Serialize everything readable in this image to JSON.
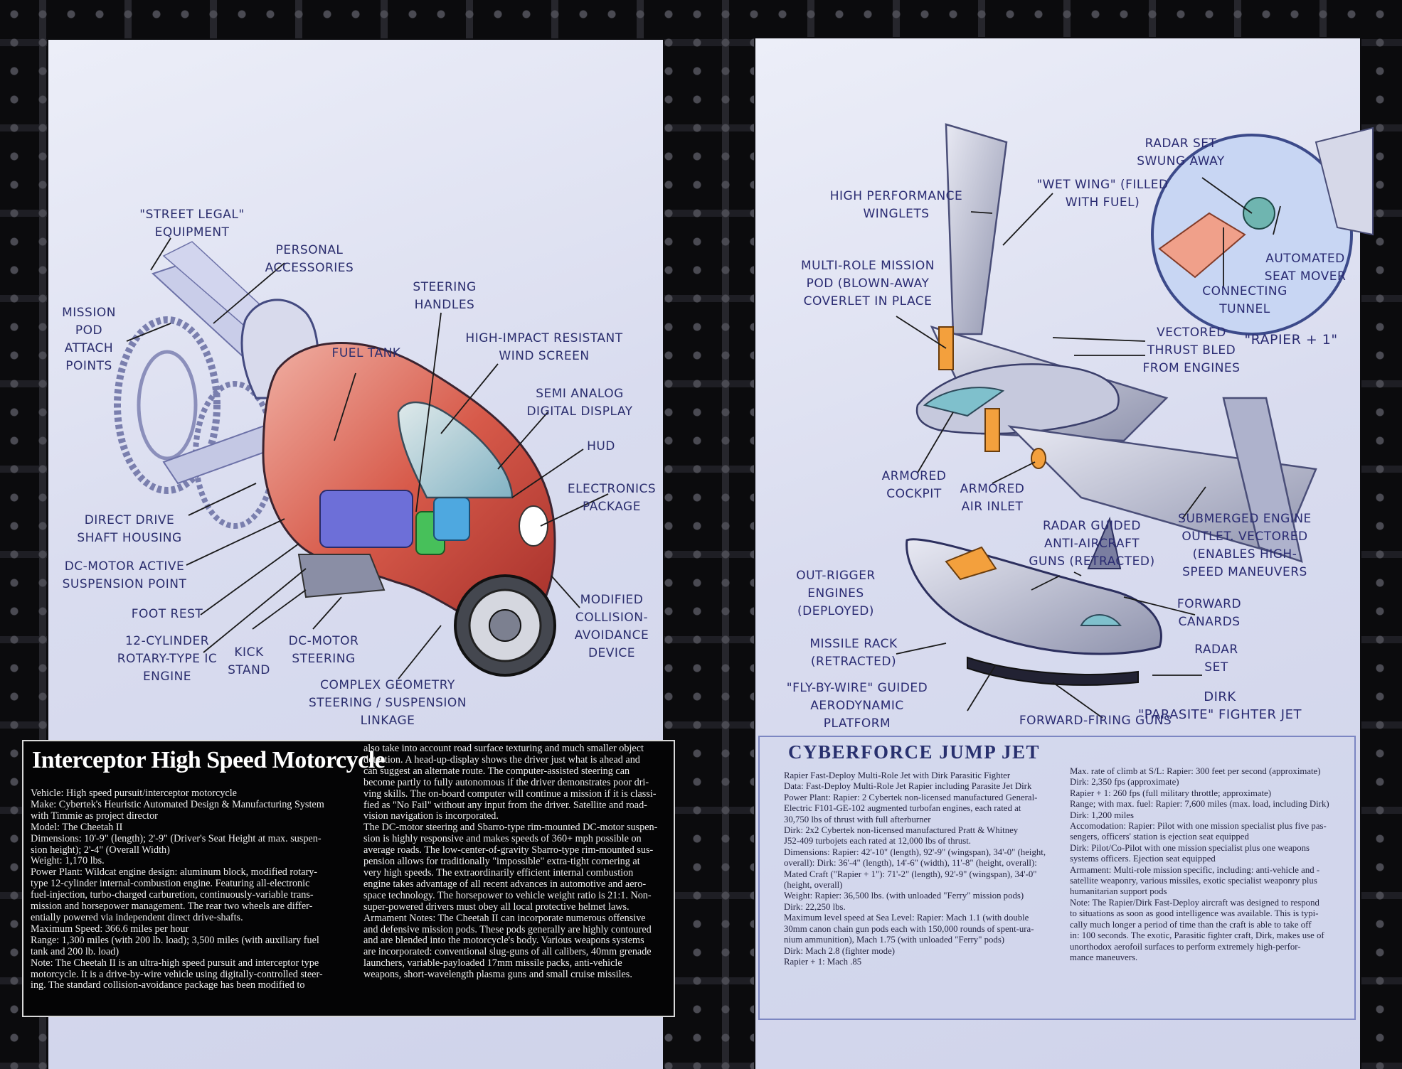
{
  "motorcycle": {
    "labels": {
      "street_legal": "\"STREET LEGAL\"\nEQUIPMENT",
      "personal_accessories": "PERSONAL\nACCESSORIES",
      "mission_pod": "MISSION\nPOD\nATTACH\nPOINTS",
      "steering_handles": "STEERING\nHANDLES",
      "wind_screen": "HIGH-IMPACT RESISTANT\nWIND SCREEN",
      "fuel_tank": "FUEL TANK",
      "semi_analog": "SEMI ANALOG\nDIGITAL DISPLAY",
      "hud": "HUD",
      "electronics": "ELECTRONICS\nPACKAGE",
      "direct_drive": "DIRECT DRIVE\nSHAFT HOUSING",
      "dc_motor_active": "DC-MOTOR ACTIVE\nSUSPENSION POINT",
      "foot_rest": "FOOT REST",
      "engine": "12-CYLINDER\nROTARY-TYPE IC\nENGINE",
      "kick_stand": "KICK\nSTAND",
      "dc_motor_steering": "DC-MOTOR\nSTEERING",
      "modified_collision": "MODIFIED\nCOLLISION-\nAVOIDANCE\nDEVICE",
      "complex_geometry": "COMPLEX GEOMETRY\nSTEERING / SUSPENSION\nLINKAGE"
    },
    "title": "Interceptor High Speed Motorcycle",
    "col1": "Vehicle: High speed pursuit/interceptor motorcycle\nMake: Cybertek's Heuristic Automated Design & Manufacturing System\nwith Timmie as project director\nModel: The Cheetah II\nDimensions: 10'-9\" (length); 2'-9\" (Driver's Seat Height at max. suspen-\nsion height); 2'-4\" (Overall Width)\nWeight: 1,170 lbs.\nPower Plant: Wildcat engine design: aluminum block, modified rotary-\ntype 12-cylinder internal-combustion engine. Featuring all-electronic\nfuel-injection, turbo-charged carburetion, continuously-variable trans-\nmission and horsepower management. The rear two wheels are differ-\nentially powered via independent direct drive-shafts.\nMaximum Speed: 366.6 miles per hour\nRange: 1,300 miles (with 200 lb. load); 3,500 miles (with auxiliary fuel\ntank and 200 lb. load)\nNote: The Cheetah II is an ultra-high speed pursuit and interceptor type\nmotorcycle. It is a drive-by-wire vehicle using digitally-controlled steer-\ning. The standard collision-avoidance package has been modified to",
    "col2": "also take into account road surface texturing and much smaller object\ndetection. A head-up-display shows the driver just what is ahead and\ncan suggest an alternate route. The computer-assisted steering can\nbecome partly to fully autonomous if the driver demonstrates poor dri-\nving skills. The on-board computer will continue a mission if it is classi-\nfied as \"No Fail\" without any input from the driver. Satellite and road-\nvision navigation is incorporated.\nThe DC-motor steering and Sbarro-type rim-mounted DC-motor suspen-\nsion is highly responsive and makes speeds of 360+ mph possible on\naverage roads. The low-center-of-gravity Sbarro-type rim-mounted sus-\npension allows for traditionally \"impossible\" extra-tight cornering at\nvery high speeds. The extraordinarily efficient internal combustion\nengine takes advantage of all recent advances in automotive and aero-\nspace technology. The horsepower to vehicle weight ratio is 21:1. Non-\nsuper-powered drivers must obey all local protective helmet laws.\nArmament Notes: The Cheetah II can incorporate numerous offensive\nand defensive mission pods. These pods generally are highly contoured\nand are blended into the motorcycle's body. Various weapons systems\nare incorporated: conventional slug-guns of all calibers, 40mm grenade\nlaunchers, variable-payloaded 17mm missile packs, anti-vehicle\nweapons, short-wavelength plasma guns and small cruise missiles."
  },
  "jet": {
    "labels": {
      "radar_set_swung": "RADAR SET\nSWUNG AWAY",
      "high_perf": "HIGH PERFORMANCE\nWINGLETS",
      "wet_wing": "\"WET WING\" (FILLED\nWITH FUEL)",
      "multi_role": "MULTI-ROLE MISSION\nPOD (BLOWN-AWAY\nCOVERLET IN PLACE",
      "automated_seat": "AUTOMATED\nSEAT MOVER",
      "connecting_tunnel": "CONNECTING\nTUNNEL",
      "vectored_thrust": "VECTORED\nTHRUST BLED\nFROM ENGINES",
      "rapier_plus": "\"RAPIER + 1\"",
      "armored_cockpit": "ARMORED\nCOCKPIT",
      "armored_inlet": "ARMORED\nAIR INLET",
      "radar_guided": "RADAR GUIDED\nANTI-AIRCRAFT\nGUNS (RETRACTED)",
      "submerged_engine": "SUBMERGED ENGINE\nOUTLET. VECTORED\n(ENABLES HIGH-\nSPEED MANEUVERS",
      "out_rigger": "OUT-RIGGER\nENGINES\n(DEPLOYED)",
      "forward_canards": "FORWARD\nCANARDS",
      "missile_rack": "MISSILE RACK\n(RETRACTED)",
      "radar_set": "RADAR\nSET",
      "fly_by_wire": "\"FLY-BY-WIRE\" GUIDED\nAERODYNAMIC\nPLATFORM",
      "dirk": "DIRK\n\"PARASITE\" FIGHTER JET",
      "forward_guns": "FORWARD-FIRING GUNS"
    },
    "title": "CYBERFORCE JUMP JET",
    "col1": "Rapier Fast-Deploy Multi-Role Jet with Dirk Parasitic Fighter\nData: Fast-Deploy Multi-Role Jet Rapier including Parasite Jet Dirk\nPower Plant: Rapier: 2 Cybertek non-licensed manufactured General-\nElectric F101-GE-102 augmented turbofan engines, each rated at\n30,750 lbs of thrust with full afterburner\n     Dirk: 2x2 Cybertek non-licensed manufactured Pratt & Whitney\nJ52-409 turbojets each rated at 12,000 lbs of thrust.\nDimensions: Rapier: 42'-10\" (length), 92'-9\" (wingspan), 34'-0\" (height,\noverall): Dirk: 36'-4\" (length), 14'-6\" (width), 11'-8\" (height, overall):\nMated Craft (\"Rapier + 1\"): 71'-2\" (length), 92'-9\" (wingspan), 34'-0\"\n(height, overall)\nWeight: Rapier: 36,500 lbs. (with unloaded \"Ferry\" mission pods)\nDirk: 22,250 lbs.\nMaximum level speed at Sea Level: Rapier: Mach 1.1 (with double\n30mm canon chain gun pods each with 150,000 rounds of spent-ura-\nnium ammunition), Mach 1.75 (with unloaded \"Ferry\" pods)\n     Dirk: Mach 2.8 (fighter mode)\n     Rapier + 1: Mach .85",
    "col2": "Max. rate of climb at S/L: Rapier: 300 feet per second (approximate)\n     Dirk: 2,350 fps (approximate)\n     Rapier + 1: 260 fps (full military throttle; approximate)\nRange; with max. fuel: Rapier: 7,600 miles (max. load, including Dirk)\n     Dirk: 1,200 miles\nAccomodation: Rapier: Pilot with one mission specialist plus five pas-\nsengers, officers' station is ejection seat equipped\n     Dirk: Pilot/Co-Pilot with one mission specialist plus one weapons\nsystems officers. Ejection seat equipped\nArmament: Multi-role mission specific, including: anti-vehicle and -\nsatellite weaponry, various missiles, exotic specialist weaponry plus\nhumanitarian support pods\nNote: The Rapier/Dirk Fast-Deploy aircraft was designed to respond\nto situations as soon as good intelligence was available. This is typi-\ncally much longer a period of time than the craft is able to take off\nin: 100 seconds. The exotic, Parasitic fighter craft, Dirk, makes use of\nunorthodox aerofoil surfaces to perform extremely high-perfor-\nmance maneuvers."
  }
}
